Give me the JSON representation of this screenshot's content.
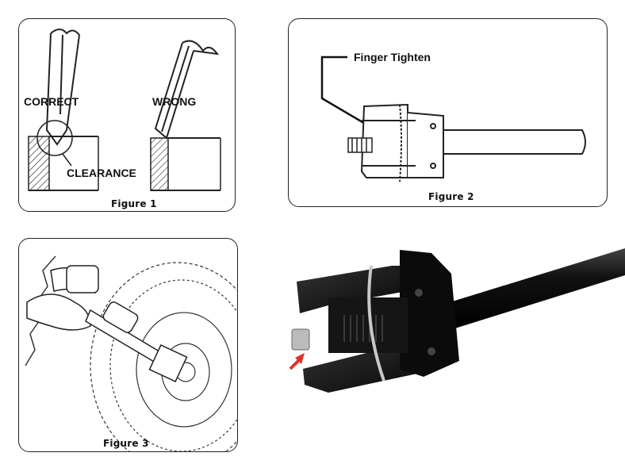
{
  "panels": {
    "figure1": {
      "caption": "Figure 1",
      "label_correct": "CORRECT",
      "label_wrong": "WRONG",
      "label_clearance": "CLEARANCE"
    },
    "figure2": {
      "caption": "Figure 2",
      "label_finger_tighten": "Finger Tighten"
    },
    "figure3": {
      "caption": "Figure 3"
    }
  },
  "photo": {
    "subject": "puller-tool-photo",
    "arrow_color": "#e0302a"
  }
}
